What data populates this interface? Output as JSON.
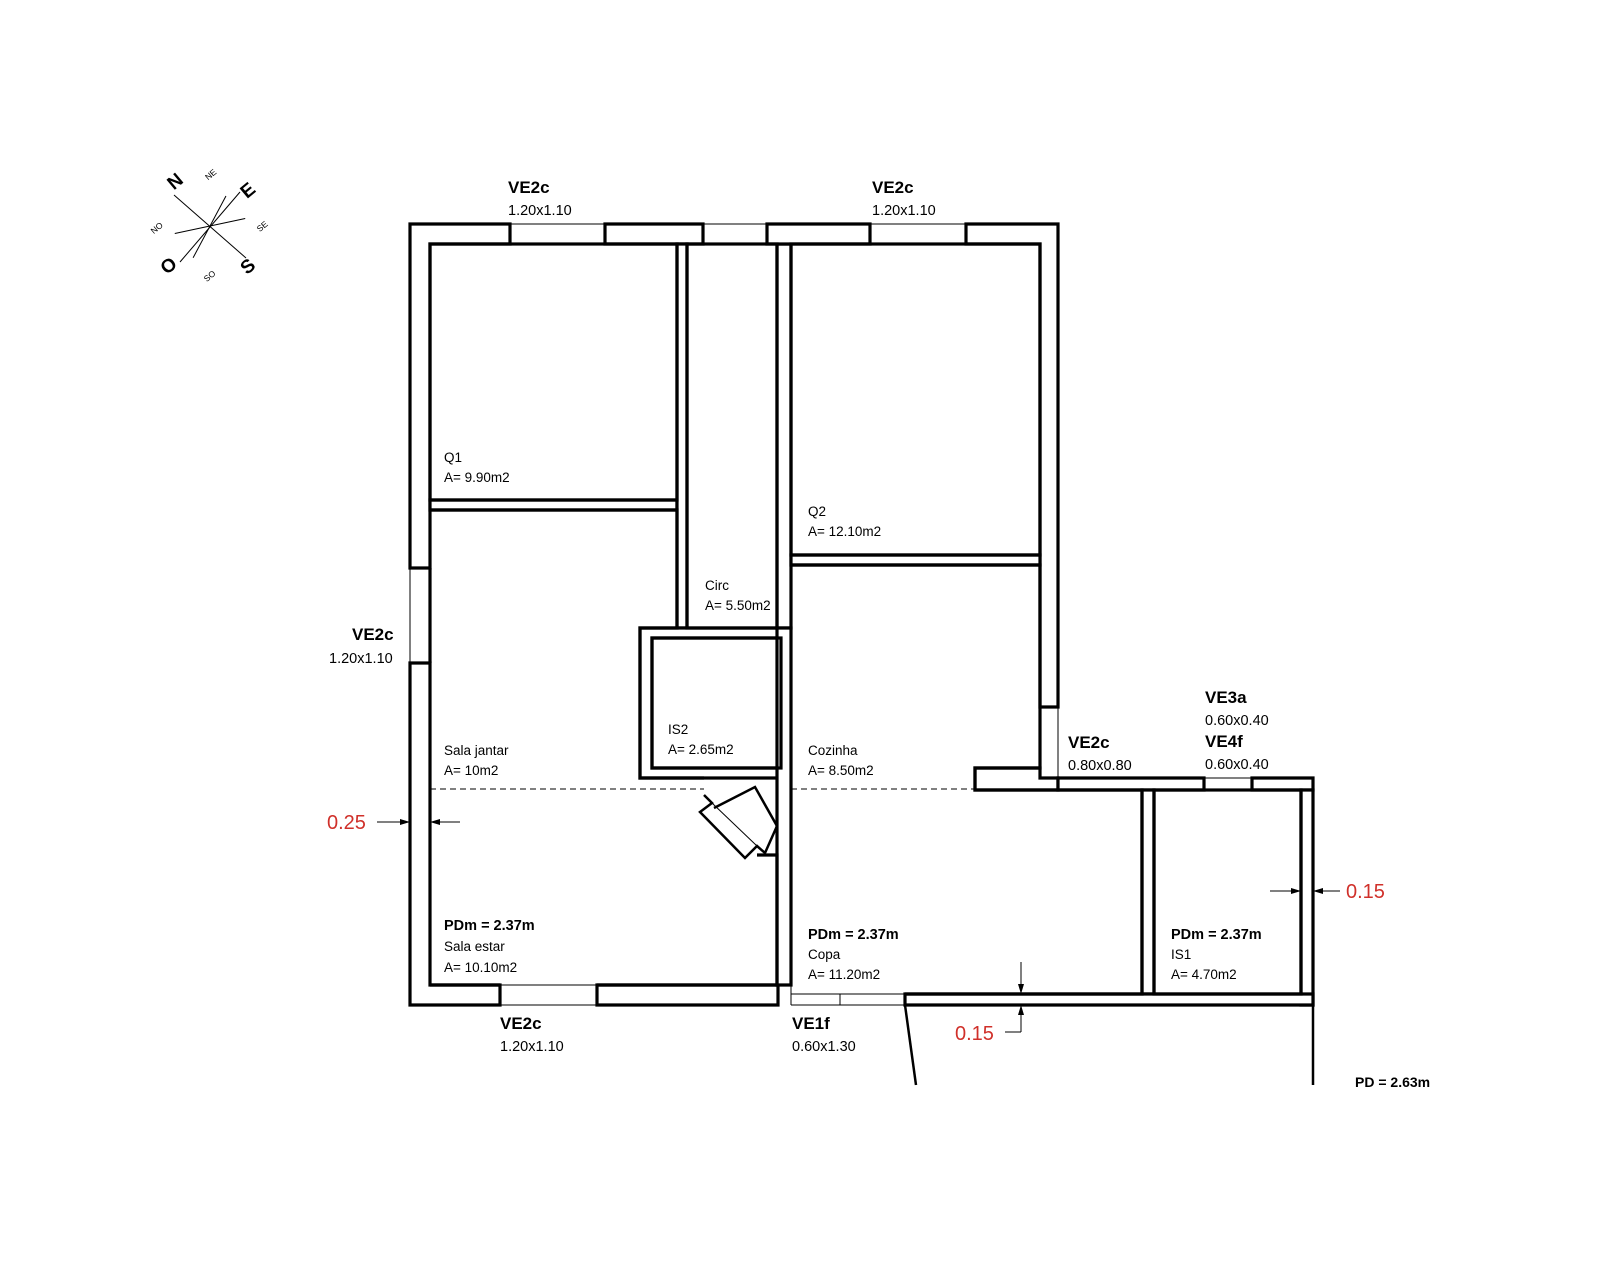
{
  "compass": {
    "N": "N",
    "E": "E",
    "S": "S",
    "O": "O",
    "NE": "NE",
    "SE": "SE",
    "SO": "SO",
    "NO": "NO"
  },
  "rooms": {
    "q1": {
      "name": "Q1",
      "area": "A= 9.90m2"
    },
    "q2": {
      "name": "Q2",
      "area": "A= 12.10m2"
    },
    "circ": {
      "name": "Circ",
      "area": "A= 5.50m2"
    },
    "is2": {
      "name": "IS2",
      "area": "A= 2.65m2"
    },
    "sala_jantar": {
      "name": "Sala jantar",
      "area": "A= 10m2"
    },
    "cozinha": {
      "name": "Cozinha",
      "area": "A= 8.50m2"
    },
    "sala_estar": {
      "pdm": "PDm = 2.37m",
      "name": "Sala estar",
      "area": "A= 10.10m2"
    },
    "copa": {
      "pdm": "PDm = 2.37m",
      "name": "Copa",
      "area": "A= 11.20m2"
    },
    "is1": {
      "pdm": "PDm = 2.37m",
      "name": "IS1",
      "area": "A= 4.70m2"
    }
  },
  "windows": {
    "top_left": {
      "code": "VE2c",
      "size": "1.20x1.10"
    },
    "top_right": {
      "code": "VE2c",
      "size": "1.20x1.10"
    },
    "left": {
      "code": "VE2c",
      "size": "1.20x1.10"
    },
    "bottom_left": {
      "code": "VE2c",
      "size": "1.20x1.10"
    },
    "bottom_mid": {
      "code": "VE1f",
      "size": "0.60x1.30"
    },
    "cozinha_east": {
      "code": "VE2c",
      "size": "0.80x0.80"
    },
    "ve3a": {
      "code": "VE3a",
      "size": "0.60x0.40"
    },
    "ve4f": {
      "code": "VE4f",
      "size": "0.60x0.40"
    }
  },
  "dimensions": {
    "left_wall": "0.25",
    "right_wall": "0.15",
    "bottom_wall": "0.15"
  },
  "pd": "PD = 2.63m",
  "colors": {
    "dimension_red": "#d0302a",
    "line": "#000000"
  }
}
